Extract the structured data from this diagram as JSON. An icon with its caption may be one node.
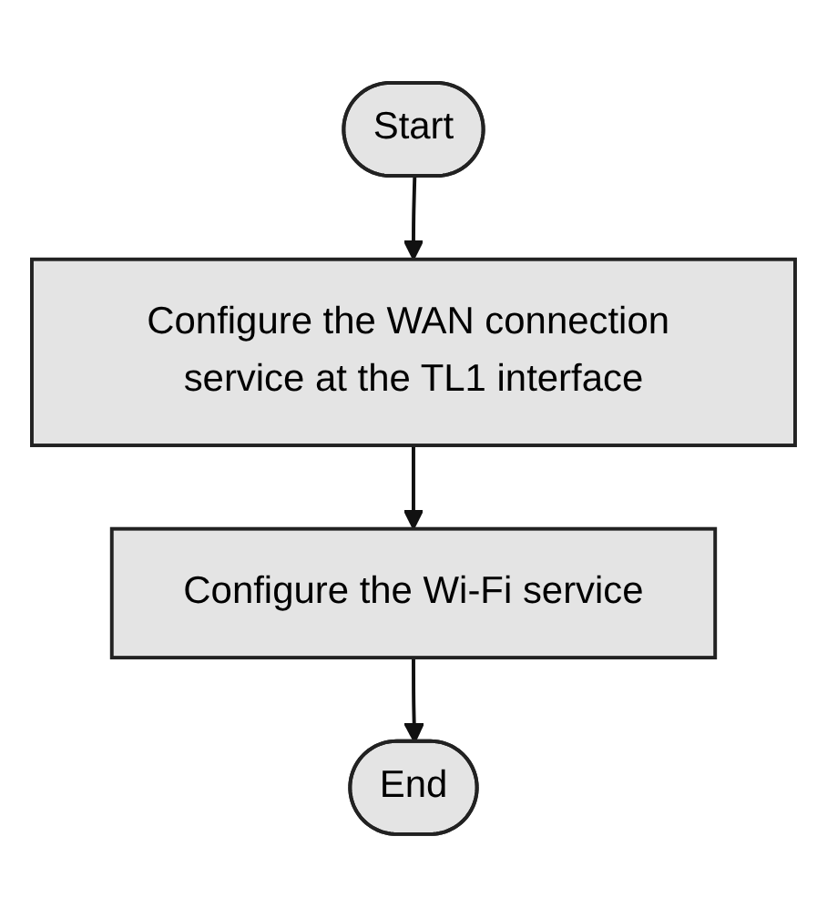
{
  "diagram": {
    "nodes": [
      {
        "text": [
          "Start"
        ]
      },
      {
        "text": [
          "Configure the WAN connection service at the TL1 interface"
        ]
      },
      {
        "text": [
          "Configure the Wi-Fi service"
        ]
      },
      {
        "text": [
          "End"
        ]
      }
    ],
    "edges": [
      {
        "from": 0,
        "to": 1,
        "arrow": "to"
      },
      {
        "from": 1,
        "to": 2,
        "arrow": "to"
      },
      {
        "from": 2,
        "to": 3,
        "arrow": "to"
      }
    ]
  }
}
